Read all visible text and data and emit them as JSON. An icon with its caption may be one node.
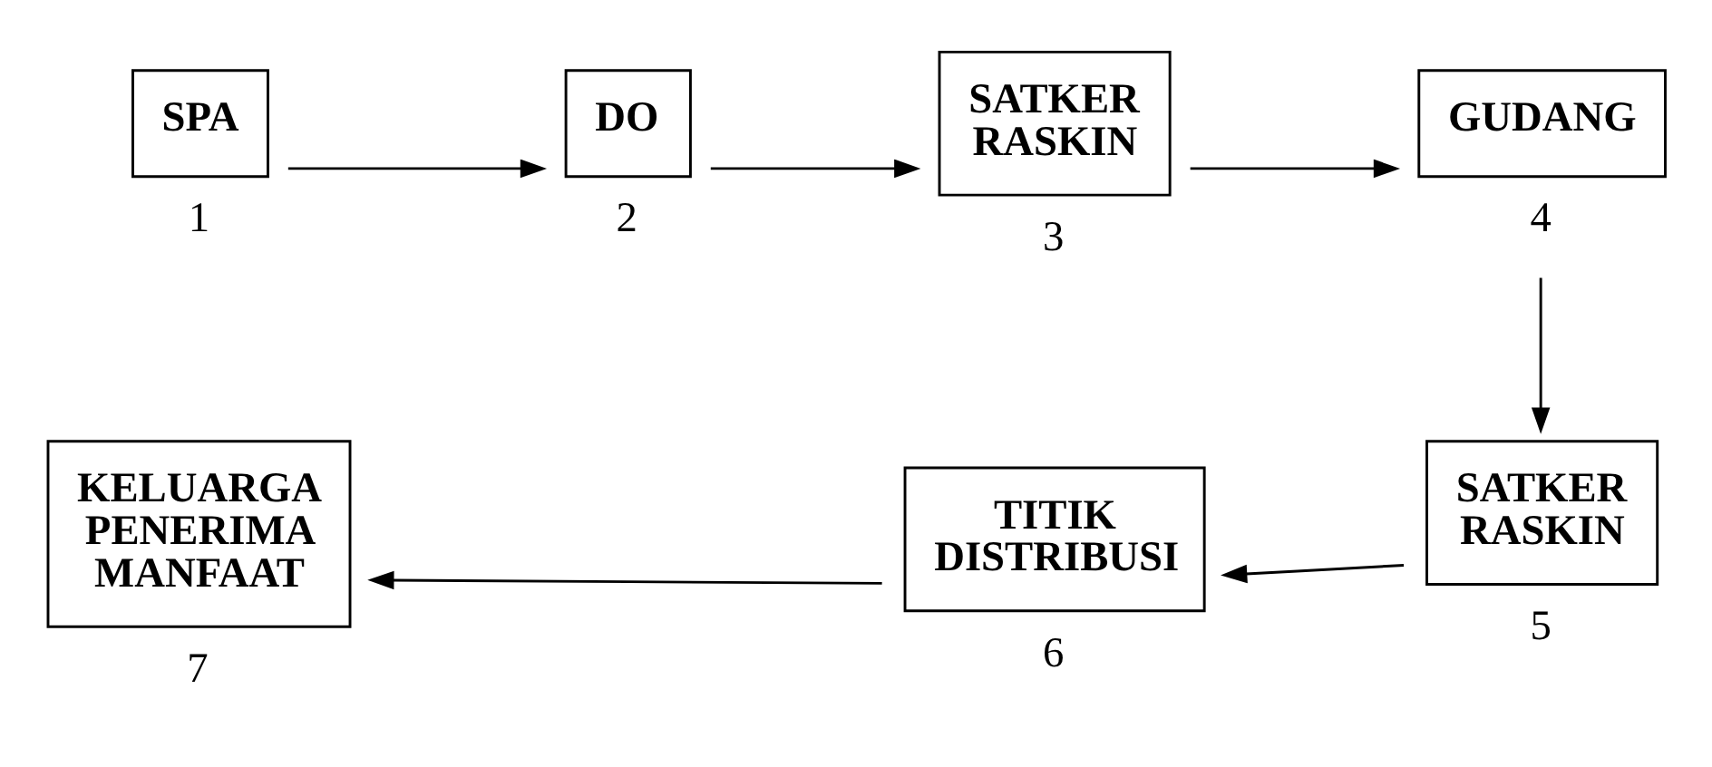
{
  "diagram": {
    "nodes": [
      {
        "text": [
          "SPA"
        ],
        "beside": [
          "1"
        ]
      },
      {
        "text": [
          "DO"
        ],
        "beside": [
          "2"
        ]
      },
      {
        "text": [
          "SATKER RASKIN"
        ],
        "beside": [
          "3"
        ]
      },
      {
        "text": [
          "GUDANG"
        ],
        "beside": [
          "4"
        ]
      },
      {
        "text": [
          "SATKER RASKIN"
        ],
        "beside": [
          "5"
        ]
      },
      {
        "text": [
          "TITIK DISTRIBUSI"
        ],
        "beside": [
          "6"
        ]
      },
      {
        "text": [
          "KELUARGA PENERIMA MANFAAT"
        ],
        "beside": [
          "7"
        ]
      }
    ],
    "edges": [
      {
        "from": 0,
        "to": 1,
        "arrow": "to"
      },
      {
        "from": 1,
        "to": 2,
        "arrow": "to"
      },
      {
        "from": 2,
        "to": 3,
        "arrow": "to"
      },
      {
        "from": 3,
        "to": 4,
        "arrow": "to"
      },
      {
        "from": 4,
        "to": 5,
        "arrow": "to"
      },
      {
        "from": 5,
        "to": 6,
        "arrow": "to"
      }
    ]
  }
}
